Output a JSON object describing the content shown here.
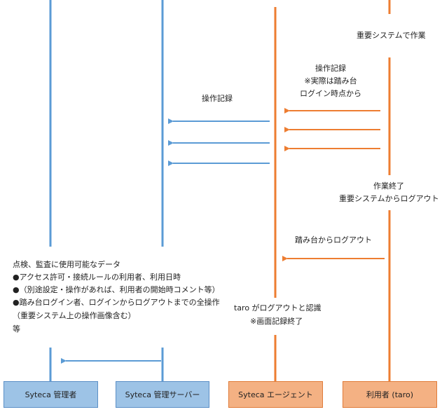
{
  "colors": {
    "blue_line": "#5b9bd5",
    "orange_line": "#ed7d31",
    "blue_box": "#9dc3e6",
    "orange_box": "#f4b183"
  },
  "actors": [
    {
      "label": "Syteca 管理者"
    },
    {
      "label": "Syteca 管理サーバー"
    },
    {
      "label": "Syteca エージェント"
    },
    {
      "label": "利用者 (taro)"
    }
  ],
  "labels": {
    "user_work": "重要システムで作業",
    "op_record_user_1": "操作記録",
    "op_record_user_2": "※実際は踏み台",
    "op_record_user_3": "ログイン時点から",
    "op_record_agent": "操作記録",
    "work_end_1": "作業終了",
    "work_end_2": "重要システムからログアウト",
    "bastion_logout": "踏み台からログアウト",
    "agent_logout_1": "taro がログアウトと認識",
    "agent_logout_2": "※画面記録終了"
  },
  "notes": [
    "点検、監査に使用可能なデータ",
    "●アクセス許可・接続ルールの利用者、利用日時",
    "●（別途設定・操作があれば、利用者の開始時コメント等）",
    "●踏み台ログイン者、ログインからログアウトまでの全操作",
    "（重要システム上の操作画像含む）",
    "等"
  ]
}
